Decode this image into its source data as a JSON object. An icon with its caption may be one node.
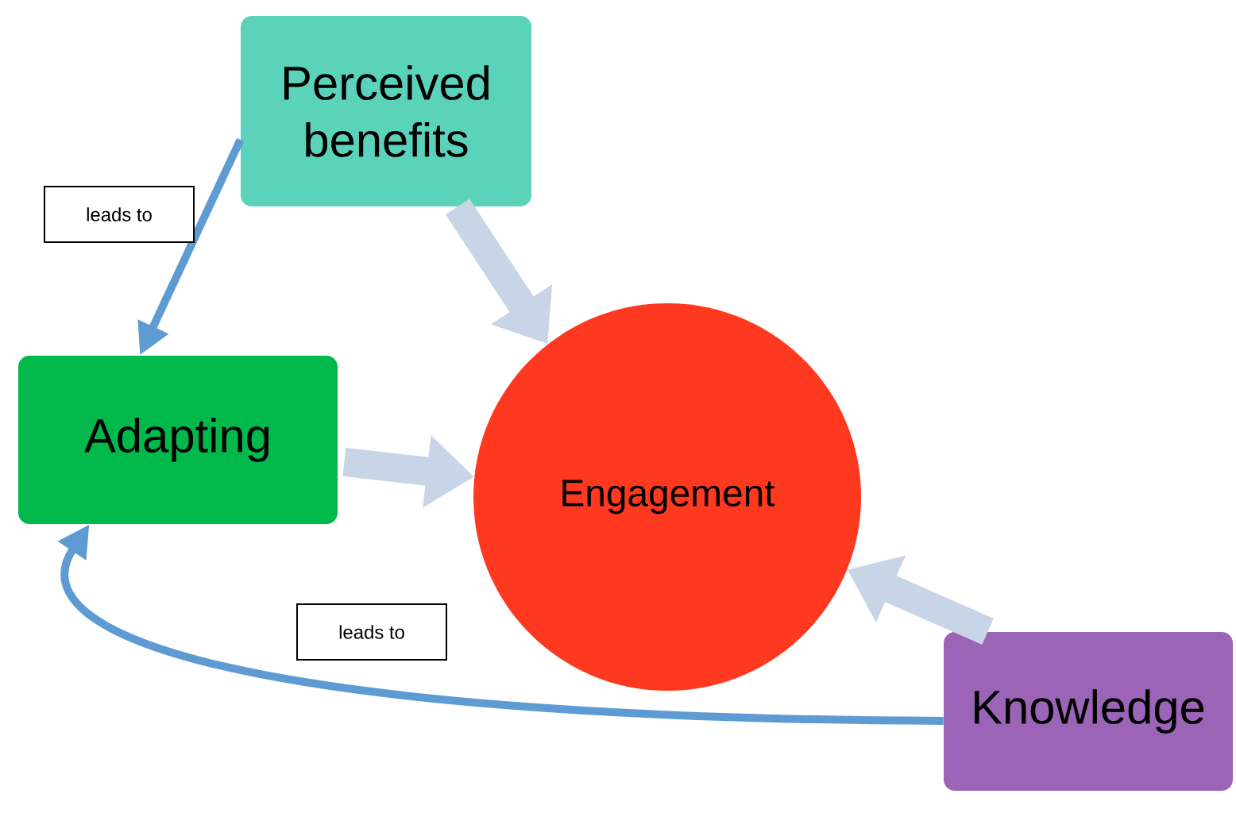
{
  "diagram": {
    "nodes": [
      {
        "text": [
          "Perceived benefits"
        ]
      },
      {
        "text": [
          "Adapting"
        ]
      },
      {
        "text": [
          "Engagement"
        ]
      },
      {
        "text": [
          "Knowledge"
        ]
      }
    ],
    "edges": [
      {
        "from": 0,
        "to": 1,
        "arrow": "to",
        "label": "leads to",
        "color": "#5f9bd3"
      },
      {
        "from": 3,
        "to": 1,
        "arrow": "to",
        "label": "leads to",
        "color": "#5f9bd3"
      },
      {
        "from": 0,
        "to": 2,
        "arrow": "to"
      },
      {
        "from": 1,
        "to": 2,
        "arrow": "to"
      },
      {
        "from": 3,
        "to": 2,
        "arrow": "to"
      }
    ]
  }
}
